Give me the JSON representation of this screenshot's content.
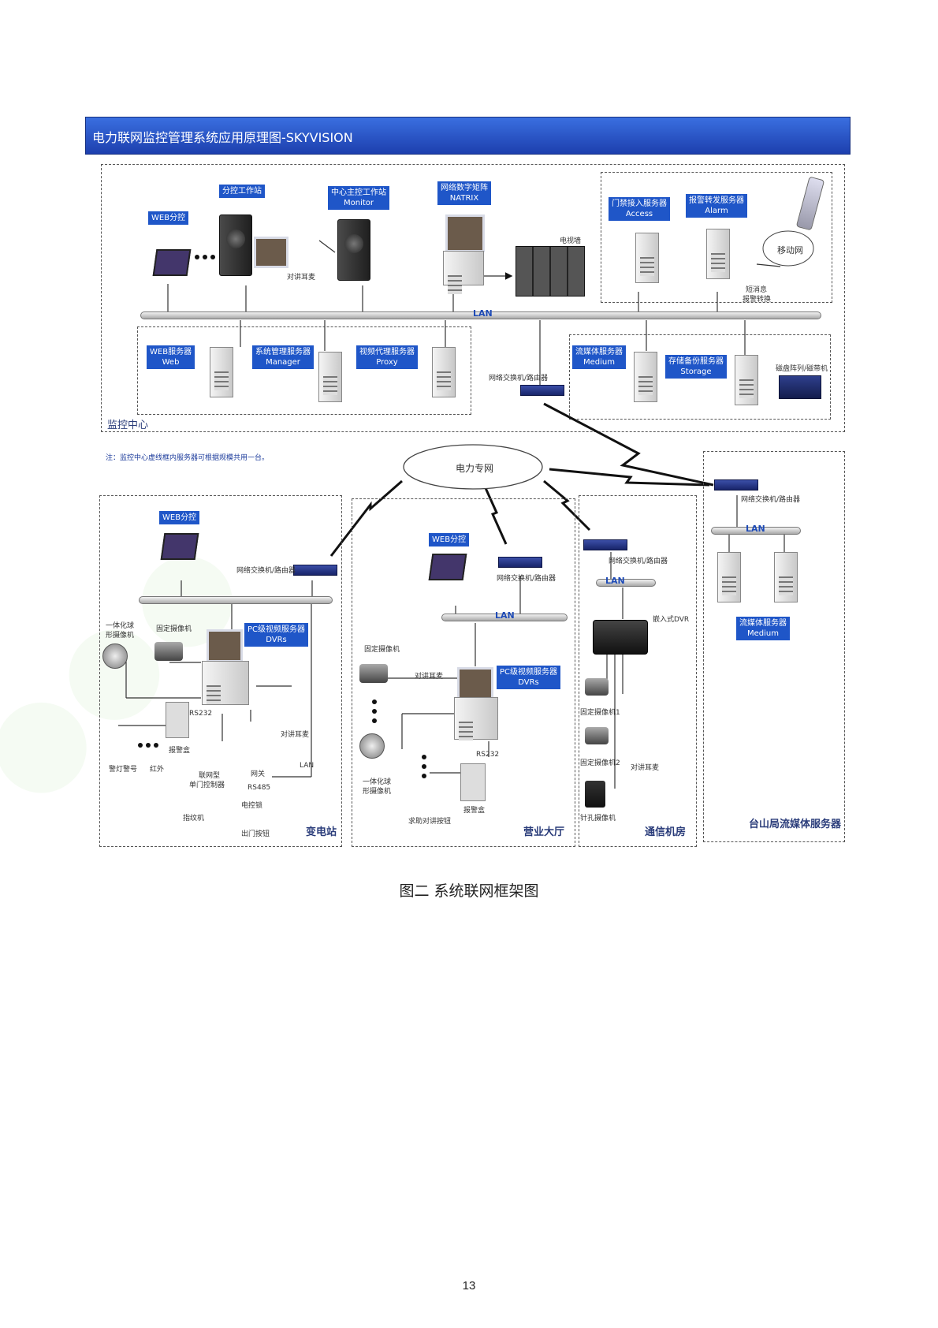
{
  "banner": {
    "title": "电力联网监控管理系统应用原理图-SKYVISION"
  },
  "top": {
    "web_client": "WEB分控",
    "sub_station": "分控工作站",
    "main_station": [
      "中心主控工作站",
      "Monitor"
    ],
    "matrix": [
      "网络数字矩阵",
      "NATRIX"
    ],
    "tv_wall": "电视墙",
    "intercom": "对讲耳麦",
    "access": [
      "门禁接入服务器",
      "Access"
    ],
    "alarm": [
      "报警转发服务器",
      "Alarm"
    ],
    "mobile_net": "移动网",
    "sms_label": [
      "短消息",
      "报警转换"
    ],
    "lan": "LAN",
    "web_server": [
      "WEB服务器",
      "Web"
    ],
    "manager": [
      "系统管理服务器",
      "Manager"
    ],
    "proxy": [
      "视频代理服务器",
      "Proxy"
    ],
    "media": [
      "流媒体服务器",
      "Medium"
    ],
    "storage": [
      "存储备份服务器",
      "Storage"
    ],
    "disk_array": "磁盘阵列/磁带机",
    "router": "网络交换机/路由器",
    "center_zone": "监控中心",
    "note": "注：监控中心虚线框内服务器可根据规模共用一台。"
  },
  "cloud": "电力专网",
  "substation": {
    "web": "WEB分控",
    "router": "网络交换机/路由器",
    "ptz_cam": [
      "一体化球",
      "形摄像机"
    ],
    "fixed_cam": "固定摄像机",
    "dvr": [
      "PC级视频服务器",
      "DVRs"
    ],
    "rs232": "RS232",
    "intercom": "对讲耳麦",
    "alarm_light": "警灯警号",
    "infrared": "红外",
    "alarm_box": "报警盒",
    "door_ctrl": [
      "联网型",
      "单门控制器"
    ],
    "gateway": "网关",
    "rs485": "RS485",
    "lock": "电控锁",
    "fingerprint": "指纹机",
    "exit_btn": "出门按钮",
    "lan": "LAN",
    "zone": "变电站"
  },
  "hall": {
    "web": "WEB分控",
    "router": "网络交换机/路由器",
    "lan": "LAN",
    "fixed_cam": "固定摄像机",
    "intercom": "对讲耳麦",
    "dvr": [
      "PC级视频服务器",
      "DVRs"
    ],
    "ptz_cam": [
      "一体化球",
      "形摄像机"
    ],
    "rs232": "RS232",
    "emergency": "求助对讲按钮",
    "alarm_box": "报警盒",
    "zone": "营业大厅"
  },
  "telecom": {
    "router": "网络交换机/路由器",
    "lan": "LAN",
    "dvr": "嵌入式DVR",
    "cam1": "固定摄像机1",
    "cam2": "固定摄像机2",
    "intercom": "对讲耳麦",
    "pinhole": "针孔摄像机",
    "zone": "通信机房"
  },
  "remote": {
    "router": "网络交换机/路由器",
    "lan": "LAN",
    "media": [
      "流媒体服务器",
      "Medium"
    ],
    "zone": "台山局流媒体服务器"
  },
  "caption": "图二  系统联网框架图",
  "page_number": "13"
}
